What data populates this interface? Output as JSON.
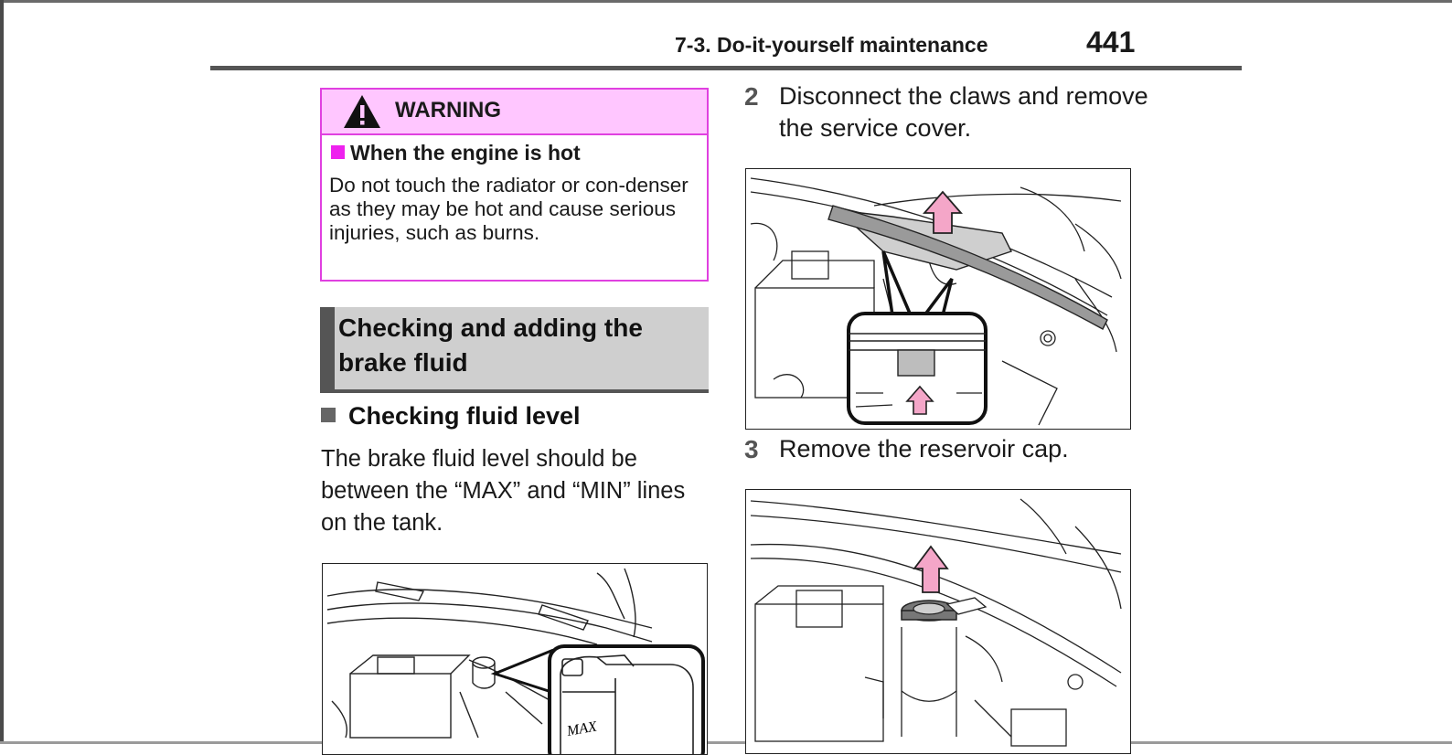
{
  "header": {
    "section": "7-3. Do-it-yourself maintenance",
    "page_number": "441"
  },
  "warning": {
    "title": "WARNING",
    "subtitle": "When the engine is hot",
    "body": "Do not touch the radiator or con-denser as they may be hot and cause serious injuries, such as burns."
  },
  "section": {
    "heading": "Checking and adding the brake fluid",
    "subheading": "Checking fluid level",
    "body": "The brake fluid level should be between the “MAX” and “MIN” lines on the tank."
  },
  "figure_fluid": {
    "max_label": "MAX"
  },
  "steps": [
    {
      "number": "2",
      "text": "Disconnect the claws and remove the service cover."
    },
    {
      "number": "3",
      "text": "Remove the reservoir cap."
    }
  ],
  "colors": {
    "warning_border": "#e040e0",
    "warning_fill": "#ffc6ff",
    "heading_fill": "#cfcfcf",
    "arrow_fill": "#f4a6c8"
  }
}
